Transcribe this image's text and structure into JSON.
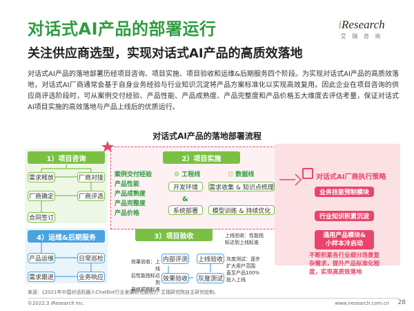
{
  "header": {
    "title": "对话式AI产品的部署运行",
    "subtitle": "关注供应商选型，实现对话式AI产品的高质效落地",
    "logo_word_i": "i",
    "logo_word_rest": "Research",
    "logo_sub": "艾 瑞 咨 询"
  },
  "body_text": "对话式AI产品的落地部署历经项目咨询、项目实施、项目验收和运维&后期服务四个阶段。为实现对话式AI产品的高质效落地，对话式AI厂商通常会基于自身业务经验与行业知识沉淀将产品方案标准化以实现高效复用。因此企业在项目咨询的供应商评选阶段时，可从案例交付经验、产品性能、产品成熟度、产品完整度和产品价格五大维度去评估考量，保证对话式AI项目实施的高效落地与产品上线后的优质运行。",
  "flow": {
    "title": "对话式AI产品的落地部署流程",
    "stage1": {
      "label": "1）项目咨询",
      "items": [
        "需求释放",
        "厂商对接",
        "厂商确定",
        "厂商评选",
        "合同签订"
      ]
    },
    "criteria": [
      "案例交付经验",
      "产品性能",
      "产品成熟度",
      "产品完整度",
      "产品价格"
    ],
    "stage2": {
      "label": "2）项目实施",
      "line1": "工程线",
      "line2": "数据线",
      "eng_items": [
        "开发环境",
        "&",
        "系统部署"
      ],
      "data_items": [
        "需求收集 & 知识点梳理",
        "模型训练 & 持续优化"
      ]
    },
    "stage3": {
      "label": "3）项目验收",
      "items": [
        "内部评测",
        "上线验收",
        "效果验收",
        "灰度测试"
      ],
      "note_online": [
        "上线验收：性能指",
        "标达到上线标准"
      ],
      "note_effect": [
        "效果验收：上线",
        "后性能指标达到",
        "最终预期标准"
      ],
      "note_gray": [
        "灰度测试：逐步",
        "扩大用户范围",
        "直至产品100%",
        "投入上线"
      ]
    },
    "stage4": {
      "label": "4）运维&后期服务",
      "items": [
        "产品运维",
        "日常巡检",
        "需求跟进",
        "业务响应"
      ]
    },
    "strategy": {
      "title": "对话式AI厂商执行策略",
      "items": [
        "业务技能预制模块",
        "行业知识积累沉淀",
        "通用产品模块&",
        "小样本冷启动"
      ],
      "conclusion": [
        "不断积累各行业细分场景复",
        "杂需求，提升产品标准化程",
        "度，实现高质效落地"
      ]
    }
  },
  "footer": {
    "source": "来源：《2021年中国对话机器人ChatBot行业发展研究报告》，艾瑞研究院自主研究绘制。",
    "copyright": "©2022.3 iResearch Inc.",
    "website": "www.iresearch.com.cn",
    "page": "28"
  },
  "colors": {
    "green": "#7ac143",
    "title_green": "#2e9c3f",
    "pink": "#e9456b",
    "blue": "#4aa3df"
  }
}
